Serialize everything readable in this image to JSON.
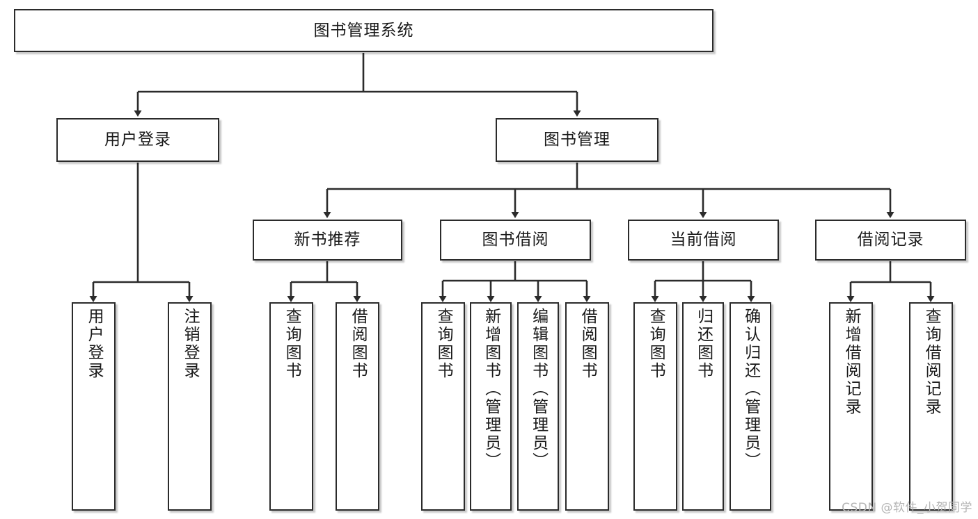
{
  "diagram": {
    "title": "图书管理系统",
    "root": {
      "id": "root",
      "label": "图书管理系统"
    },
    "level2": [
      {
        "id": "user-login",
        "label": "用户登录"
      },
      {
        "id": "book-management",
        "label": "图书管理"
      }
    ],
    "level3": [
      {
        "id": "new-book-recommend",
        "label": "新书推荐"
      },
      {
        "id": "book-borrow",
        "label": "图书借阅"
      },
      {
        "id": "current-borrow",
        "label": "当前借阅"
      },
      {
        "id": "borrow-record",
        "label": "借阅记录"
      }
    ],
    "leaves": [
      {
        "id": "leaf-user-login",
        "label": "用户登录",
        "parent": "user-login"
      },
      {
        "id": "leaf-logout",
        "label": "注销登录",
        "parent": "user-login"
      },
      {
        "id": "leaf-query-book-1",
        "label": "查询图书",
        "parent": "new-book-recommend"
      },
      {
        "id": "leaf-borrow-book-1",
        "label": "借阅图书",
        "parent": "new-book-recommend"
      },
      {
        "id": "leaf-query-book-2",
        "label": "查询图书",
        "parent": "book-borrow"
      },
      {
        "id": "leaf-add-book",
        "label": "新增图书（管理员）",
        "parent": "book-borrow"
      },
      {
        "id": "leaf-edit-book",
        "label": "编辑图书（管理员）",
        "parent": "book-borrow"
      },
      {
        "id": "leaf-borrow-book-2",
        "label": "借阅图书",
        "parent": "book-borrow"
      },
      {
        "id": "leaf-query-book-3",
        "label": "查询图书",
        "parent": "current-borrow"
      },
      {
        "id": "leaf-return-book",
        "label": "归还图书",
        "parent": "current-borrow"
      },
      {
        "id": "leaf-confirm-return",
        "label": "确认归还（管理员）",
        "parent": "current-borrow"
      },
      {
        "id": "leaf-add-record",
        "label": "新增借阅记录",
        "parent": "borrow-record"
      },
      {
        "id": "leaf-query-record",
        "label": "查询借阅记录",
        "parent": "borrow-record"
      }
    ],
    "colors": {
      "border": "#2b2b2b",
      "background": "#ffffff",
      "text": "#1a1a1a",
      "edge": "#2b2b2b",
      "watermark": "#b4b4b4"
    }
  },
  "watermark": {
    "text": "CSDN @软件_小贺同学"
  }
}
